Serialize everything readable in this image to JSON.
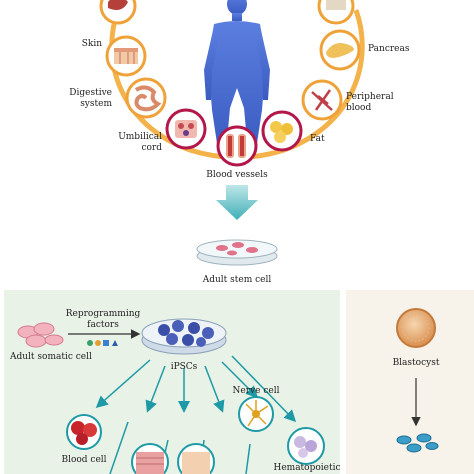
{
  "labels": {
    "skin": "Skin",
    "digestive": "Digestive\nsystem",
    "umbilical": "Umbilical\ncord",
    "blood_vessels": "Blood vessels",
    "fat": "Fat",
    "peripheral": "Peripheral\nblood",
    "pancreas": "Pancreas",
    "adult_stem_cell": "Adult stem cell",
    "reprogramming": "Reprogramming\nfactors",
    "adult_somatic": "Adult somatic cell",
    "ipscs": "iPSCs",
    "blood_cell": "Blood cell",
    "nerve_cell": "Nerve cell",
    "hematopoietic": "Hematopoietic",
    "blastocyst": "Blastocyst"
  },
  "colors": {
    "ring_orange": "#f0a23a",
    "ring_red": "#b3174a",
    "arc": "#f4b24a",
    "body": "#4a6fd4",
    "arrow_teal": "#1e9aa6",
    "panel_green": "#e8f2e6",
    "panel_beige": "#f7f2ea"
  }
}
